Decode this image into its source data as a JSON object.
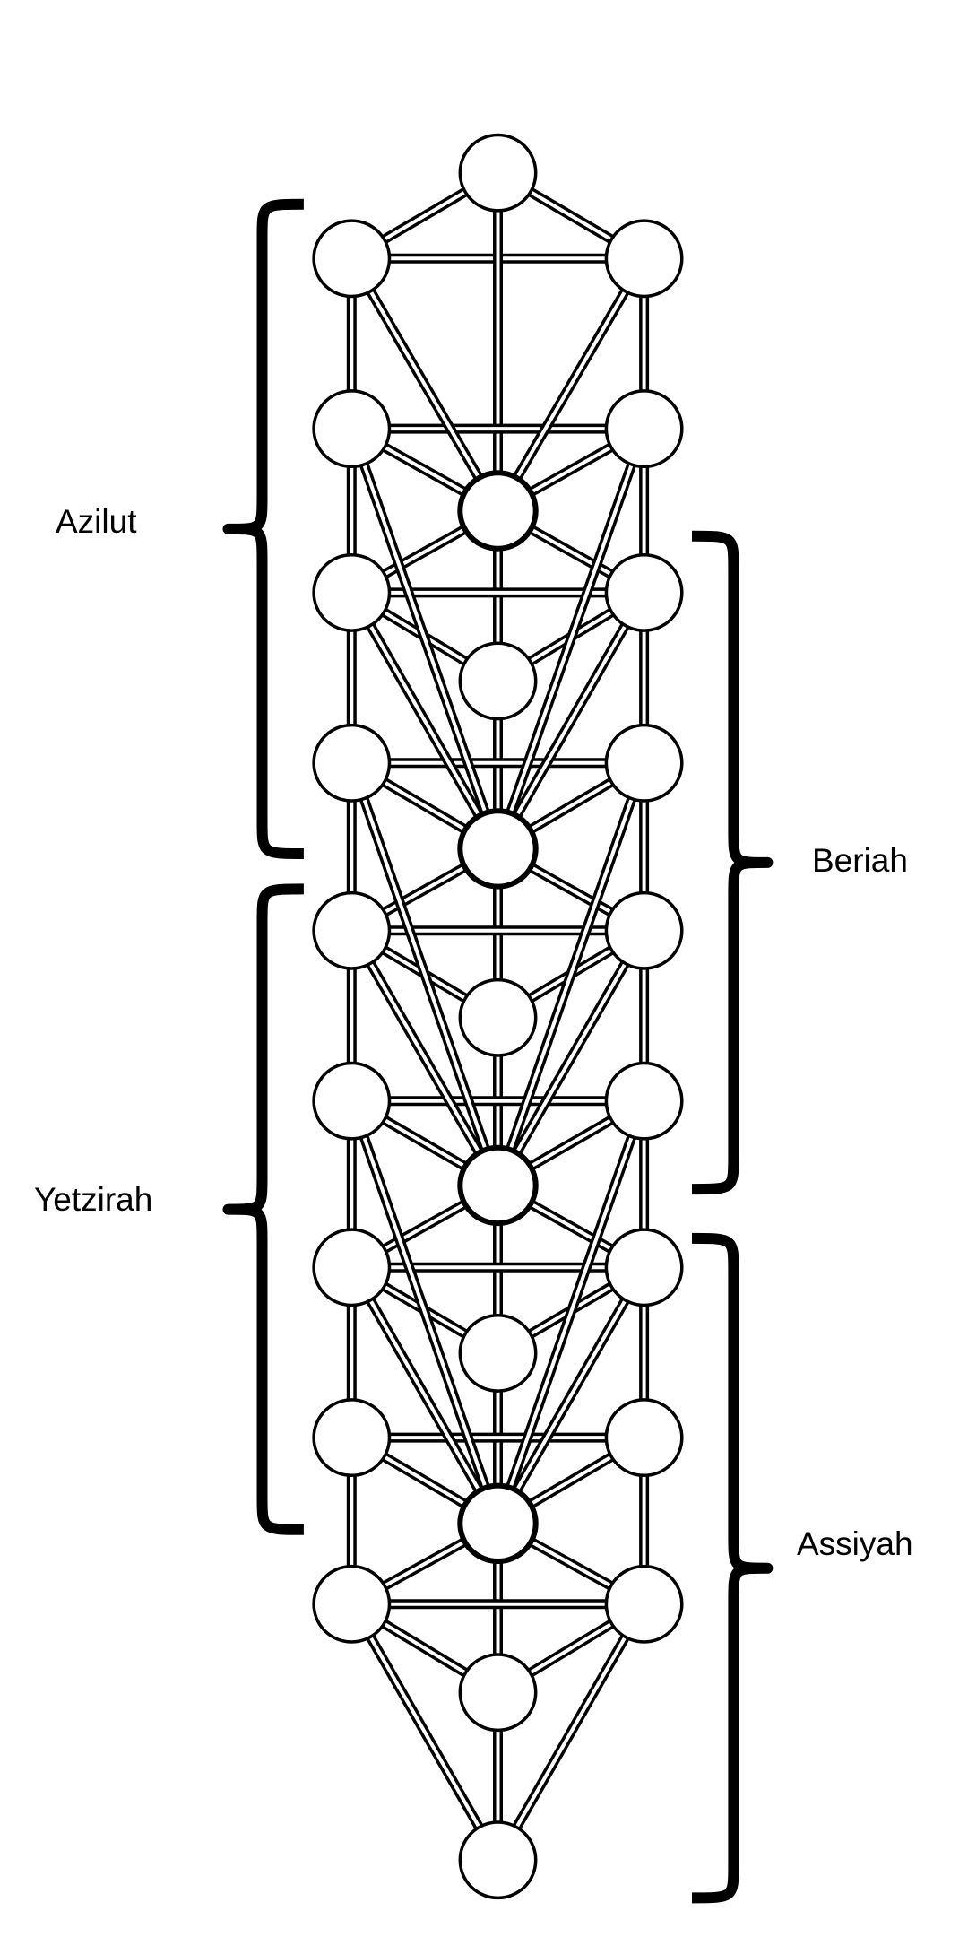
{
  "diagram": {
    "description_visible": "",
    "stroke_color": "#000000",
    "fill_color": "#ffffff",
    "worlds": [
      {
        "id": "azilut",
        "label": "Azilut",
        "side": "left"
      },
      {
        "id": "beriah",
        "label": "Beriah",
        "side": "right"
      },
      {
        "id": "yetzirah",
        "label": "Yetzirah",
        "side": "left"
      },
      {
        "id": "assiyah",
        "label": "Assiyah",
        "side": "right"
      }
    ]
  }
}
